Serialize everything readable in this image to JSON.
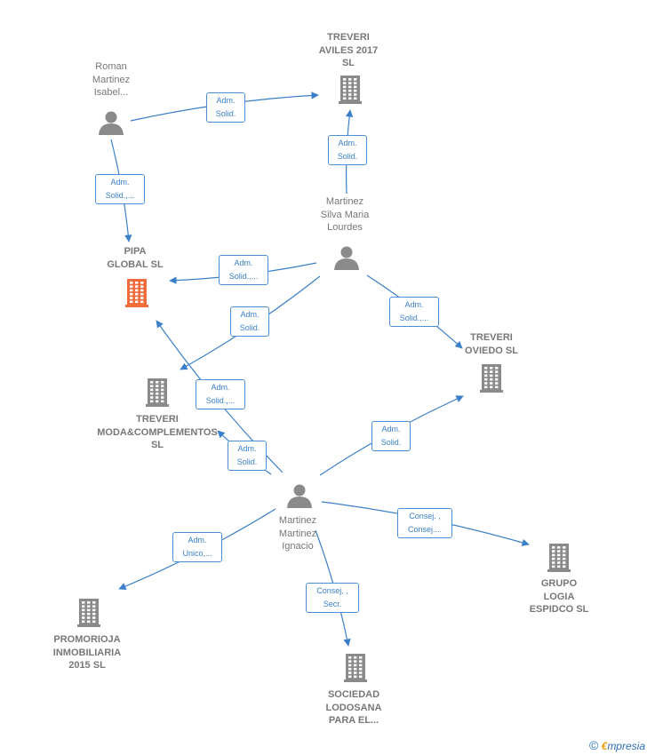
{
  "nodes": [
    {
      "id": "roman",
      "kind": "person",
      "label": "Roman\nMartinez\nIsabel..."
    },
    {
      "id": "pipa",
      "kind": "company",
      "highlight": true,
      "label": "PIPA\nGLOBAL  SL"
    },
    {
      "id": "aviles",
      "kind": "company",
      "label": "TREVERI\nAVILES 2017\nSL"
    },
    {
      "id": "silva",
      "kind": "person",
      "label": "Martinez\nSilva Maria\nLourdes"
    },
    {
      "id": "oviedo",
      "kind": "company",
      "label": "TREVERI\nOVIEDO  SL"
    },
    {
      "id": "moda",
      "kind": "company",
      "label": "TREVERI\nMODA&COMPLEMENTOS\nSL"
    },
    {
      "id": "ignacio",
      "kind": "person",
      "label": "Martinez\nMartinez\nIgnacio"
    },
    {
      "id": "grupo",
      "kind": "company",
      "label": "GRUPO\nLOGIA\nESPIDCO SL"
    },
    {
      "id": "promorioja",
      "kind": "company",
      "label": "PROMORIOJA\nINMOBILIARIA\n2015  SL"
    },
    {
      "id": "sociedad",
      "kind": "company",
      "label": "SOCIEDAD\nLODOSANA\nPARA EL..."
    }
  ],
  "edges": [
    {
      "from": "roman",
      "to": "aviles",
      "label": "Adm.\nSolid."
    },
    {
      "from": "roman",
      "to": "pipa",
      "label": "Adm.\nSolid.,..."
    },
    {
      "from": "silva",
      "to": "aviles",
      "label": "Adm.\nSolid."
    },
    {
      "from": "silva",
      "to": "pipa",
      "label": "Adm.\nSolid.,..."
    },
    {
      "from": "silva",
      "to": "moda",
      "label": "Adm.\nSolid."
    },
    {
      "from": "silva",
      "to": "oviedo",
      "label": "Adm.\nSolid.,..."
    },
    {
      "from": "ignacio",
      "to": "pipa",
      "label": "Adm.\nSolid.,..."
    },
    {
      "from": "ignacio",
      "to": "moda",
      "label": "Adm.\nSolid."
    },
    {
      "from": "ignacio",
      "to": "oviedo",
      "label": "Adm.\nSolid."
    },
    {
      "from": "ignacio",
      "to": "grupo",
      "label": "Consej. ,\nConsej...."
    },
    {
      "from": "ignacio",
      "to": "promorioja",
      "label": "Adm.\nUnico,..."
    },
    {
      "from": "ignacio",
      "to": "sociedad",
      "label": "Consej. ,\nSecr."
    }
  ],
  "colors": {
    "edge": "#3a7fc8",
    "node_icon": "#8a8a8a",
    "highlight_icon": "#f26b3a"
  },
  "footer": {
    "copyright_symbol": "©",
    "brand_initial": "€",
    "brand_rest": "mpresia"
  }
}
